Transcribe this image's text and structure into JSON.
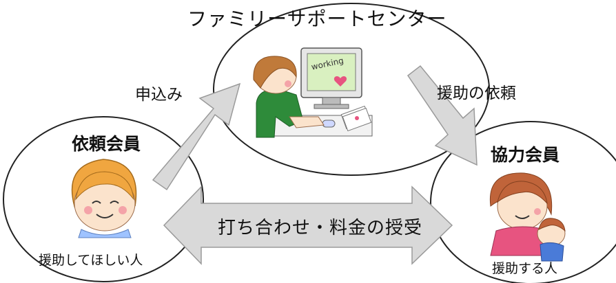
{
  "center": {
    "title": "ファミリーサポートセンター",
    "screen_text": "working"
  },
  "left": {
    "role": "依頼会員",
    "caption": "援助してほしい人"
  },
  "right": {
    "role": "協力会員",
    "caption": "援助する人"
  },
  "flows": {
    "apply": "申込み",
    "request": "援助の依頼",
    "exchange": "打ち合わせ・料金の授受"
  },
  "colors": {
    "arrow_fill": "#d9d9d9",
    "arrow_stroke": "#9a9a9a",
    "hair": "#c07a3a",
    "skin": "#fbe3cc",
    "screen": "#d9f0c0"
  }
}
